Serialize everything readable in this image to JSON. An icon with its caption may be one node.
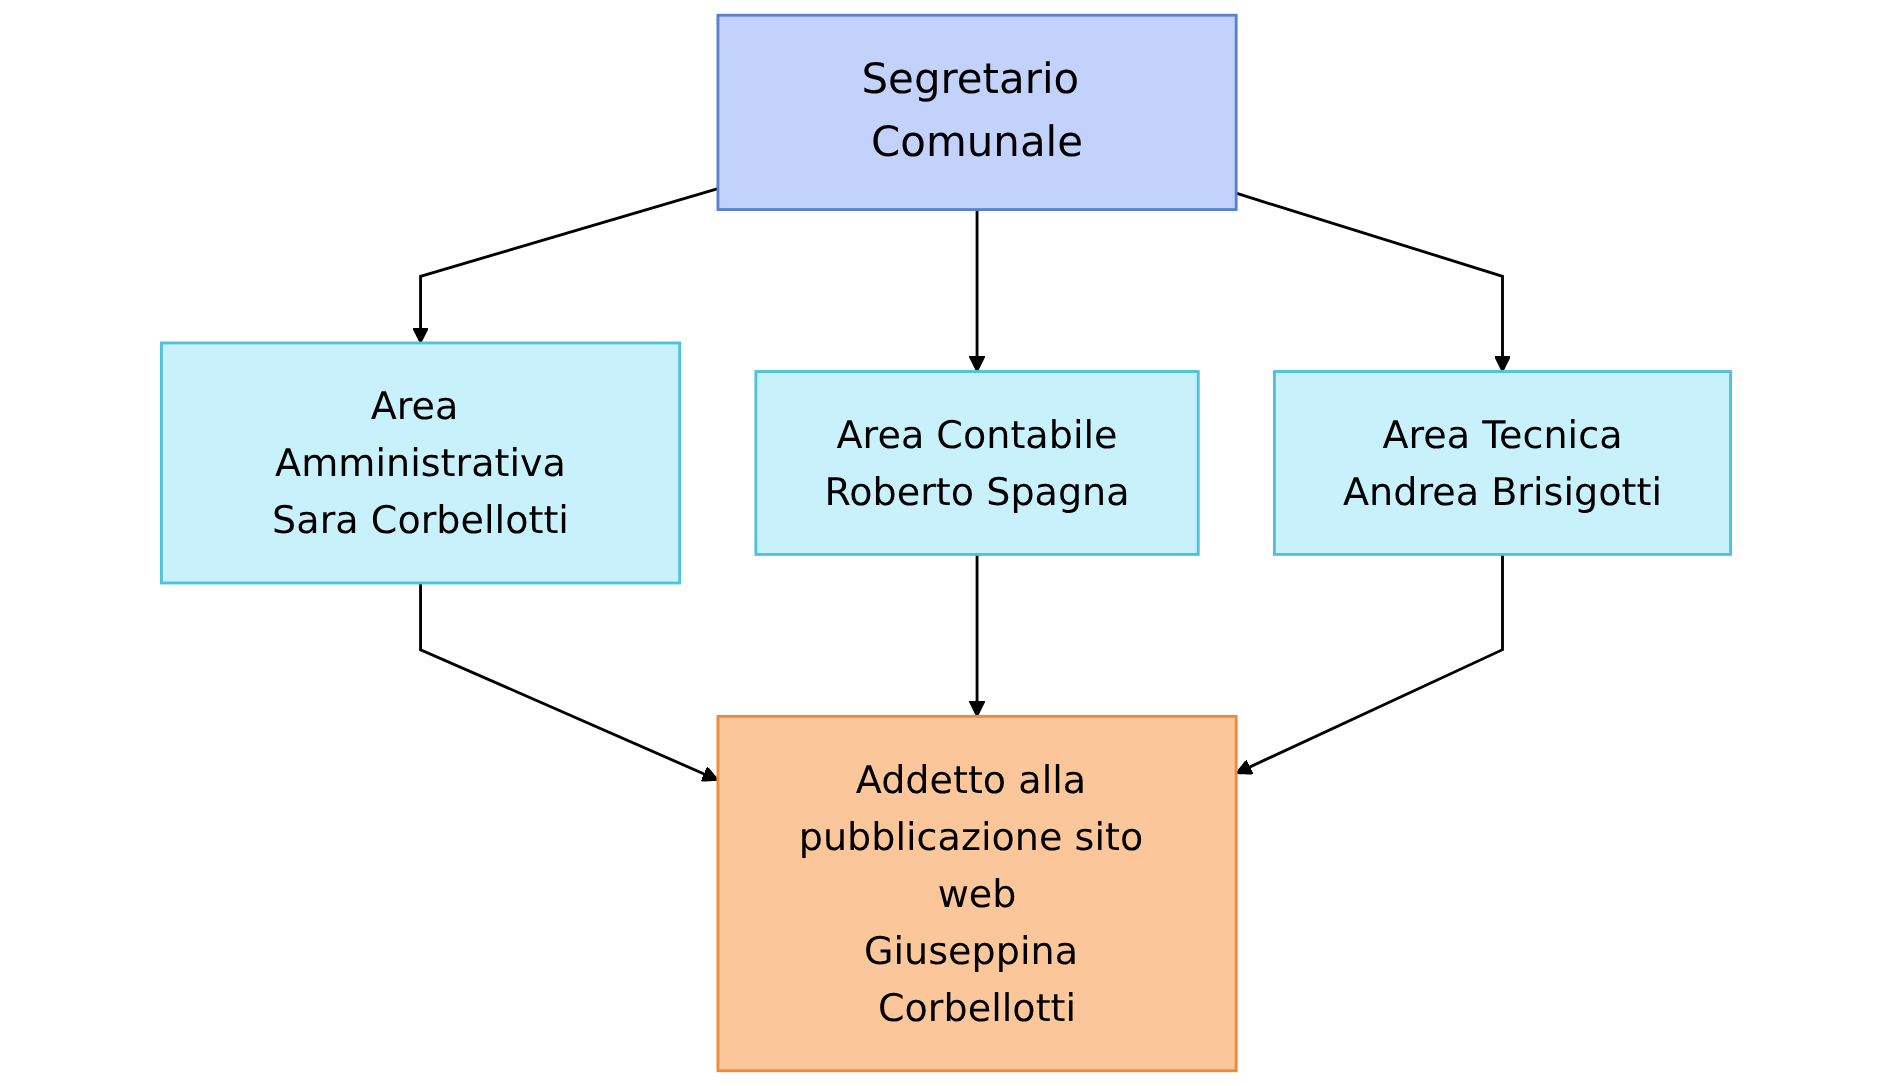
{
  "diagram": {
    "nodes": [
      {
        "text": [
          "Segretario Comunale"
        ]
      },
      {
        "text": [
          "Area Amministrativa",
          "Sara Corbellotti"
        ]
      },
      {
        "text": [
          "Area Contabile",
          "Roberto Spagna"
        ]
      },
      {
        "text": [
          "Area Tecnica",
          "Andrea Brisigotti"
        ]
      },
      {
        "text": [
          "Addetto alla pubblicazione sito web",
          "Giuseppina Corbellotti"
        ]
      }
    ],
    "edges": [
      {
        "from": 0,
        "to": 1,
        "arrow": "to"
      },
      {
        "from": 0,
        "to": 2,
        "arrow": "to"
      },
      {
        "from": 0,
        "to": 3,
        "arrow": "to"
      },
      {
        "from": 1,
        "to": 4,
        "arrow": "to"
      },
      {
        "from": 2,
        "to": 4,
        "arrow": "to"
      },
      {
        "from": 3,
        "to": 4,
        "arrow": "to"
      }
    ]
  }
}
